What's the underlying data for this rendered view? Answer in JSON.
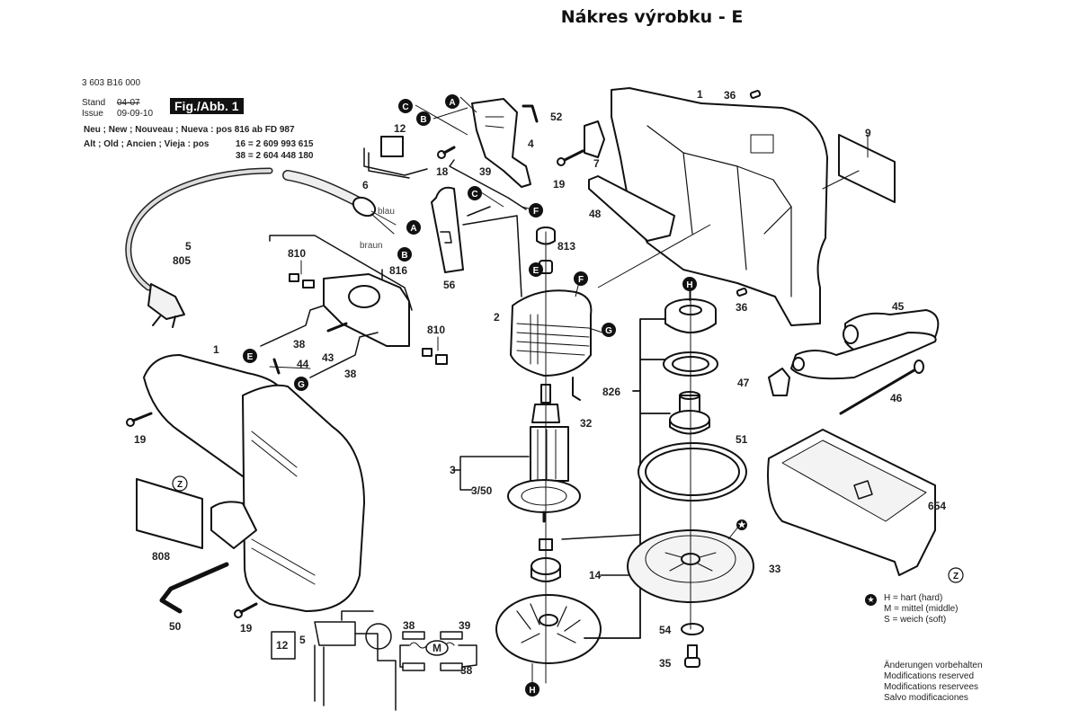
{
  "page_title": "Nákres výrobku - E",
  "header": {
    "part_number": "3 603 B16 000",
    "stand_label": "Stand",
    "stand_value_struck": "04-07",
    "issue_label": "Issue",
    "issue_value": "09-09-10",
    "figure_label": "Fig./Abb. 1",
    "new_line": "Neu ; New ; Nouveau ; Nueva : pos 816 ab FD 987",
    "old_line_prefix": "Alt ; Old ; Ancien ; Vieja : pos",
    "old_entries": [
      "16 = 2 609 993 615",
      "38 = 2 604 448 180"
    ]
  },
  "wire_labels": {
    "blue": "blau",
    "brown": "braun"
  },
  "callouts": [
    "A",
    "B",
    "C",
    "E",
    "F",
    "G",
    "H",
    "Z"
  ],
  "parts": [
    {
      "id": "1",
      "name": "housing-right"
    },
    {
      "id": "1",
      "name": "housing-left"
    },
    {
      "id": "2",
      "name": "field-winding"
    },
    {
      "id": "3",
      "name": "armature"
    },
    {
      "id": "3/50",
      "name": "armature-fan"
    },
    {
      "id": "4",
      "name": "switch"
    },
    {
      "id": "5",
      "name": "power-cord"
    },
    {
      "id": "805",
      "name": "power-cord-alt"
    },
    {
      "id": "6",
      "name": "cord-grommet"
    },
    {
      "id": "7",
      "name": "clamp"
    },
    {
      "id": "9",
      "name": "nameplate"
    },
    {
      "id": "12",
      "name": "suppressor-capacitor"
    },
    {
      "id": "14",
      "name": "ball-bearing"
    },
    {
      "id": "18",
      "name": "screw-18"
    },
    {
      "id": "19",
      "name": "tapping-screw"
    },
    {
      "id": "32",
      "name": "wire-32"
    },
    {
      "id": "33",
      "name": "sanding-plate"
    },
    {
      "id": "35",
      "name": "screw-35"
    },
    {
      "id": "36",
      "name": "connector-36"
    },
    {
      "id": "38",
      "name": "wire-38"
    },
    {
      "id": "39",
      "name": "wire-39"
    },
    {
      "id": "43",
      "name": "screw-43"
    },
    {
      "id": "44",
      "name": "clip-44"
    },
    {
      "id": "45",
      "name": "auxiliary-handle"
    },
    {
      "id": "46",
      "name": "handle-bolt"
    },
    {
      "id": "47",
      "name": "wing-nut"
    },
    {
      "id": "48",
      "name": "cover-48"
    },
    {
      "id": "50",
      "name": "hex-key"
    },
    {
      "id": "51",
      "name": "brake-ring"
    },
    {
      "id": "52",
      "name": "spring-52"
    },
    {
      "id": "54",
      "name": "washer-54"
    },
    {
      "id": "56",
      "name": "switch-cover"
    },
    {
      "id": "654",
      "name": "dust-box"
    },
    {
      "id": "808",
      "name": "label-808"
    },
    {
      "id": "810",
      "name": "carbon-brush"
    },
    {
      "id": "813",
      "name": "bearing-813"
    },
    {
      "id": "816",
      "name": "electronics-module"
    },
    {
      "id": "826",
      "name": "eccentric-assembly"
    }
  ],
  "schematic": {
    "labels": [
      "12",
      "5",
      "38",
      "39",
      "38"
    ],
    "motor": "M"
  },
  "legend": {
    "symbol": "★",
    "rows": [
      "H = hart (hard)",
      "M = mittel (middle)",
      "S = weich (soft)"
    ]
  },
  "notes": [
    "Änderungen vorbehalten",
    "Modifications reserved",
    "Modifications reservees",
    "Salvo modificaciones"
  ]
}
